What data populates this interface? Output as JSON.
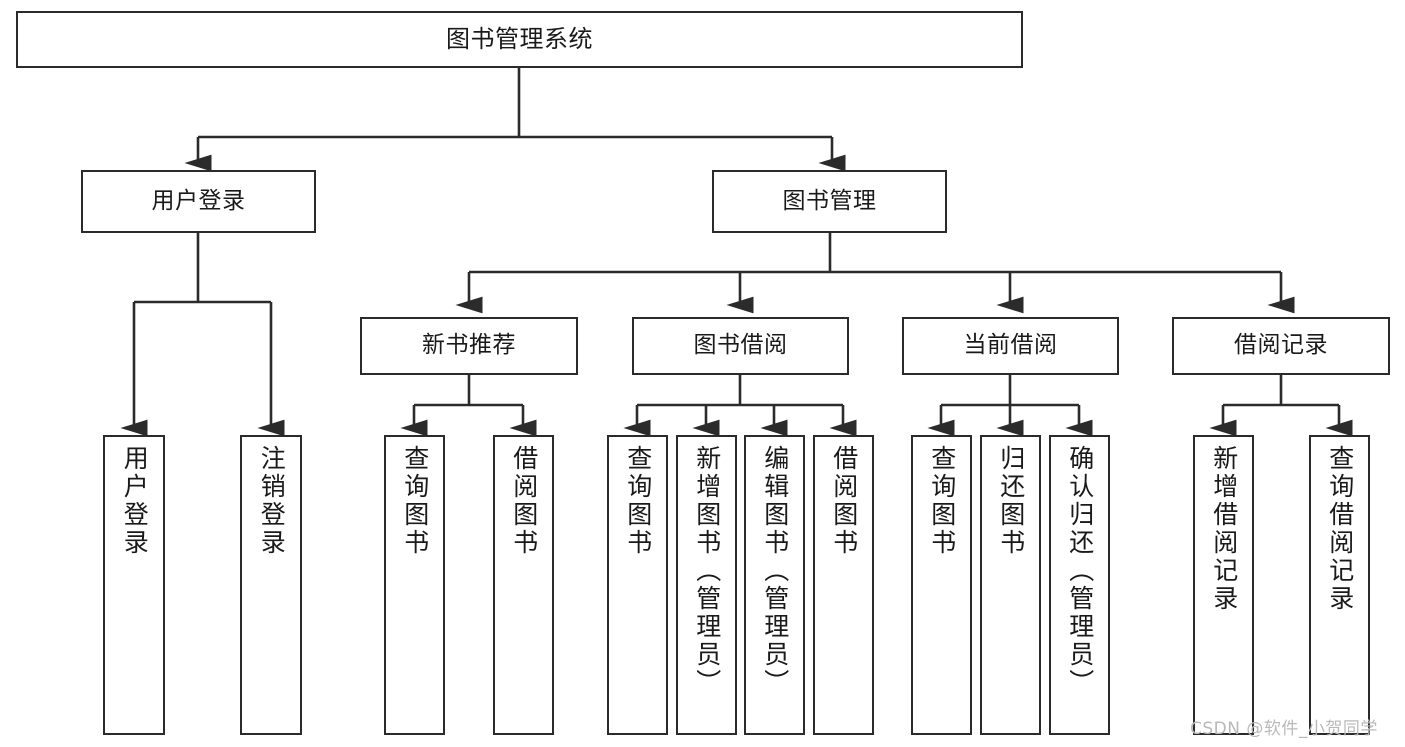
{
  "diagram": {
    "title": "图书管理系统",
    "type": "tree-hierarchy",
    "orientation": "top-down",
    "colors": {
      "stroke": "#2b2b2b",
      "fill": "#ffffff",
      "text": "#1a1a1a",
      "watermark": "#b9b9b9"
    },
    "root": {
      "label": "图书管理系统"
    },
    "level2": [
      {
        "label": "用户登录"
      },
      {
        "label": "图书管理"
      }
    ],
    "level3": [
      {
        "label": "新书推荐"
      },
      {
        "label": "图书借阅"
      },
      {
        "label": "当前借阅"
      },
      {
        "label": "借阅记录"
      }
    ],
    "leaves": [
      {
        "label": "用户登录",
        "parent": "用户登录"
      },
      {
        "label": "注销登录",
        "parent": "用户登录"
      },
      {
        "label": "查询图书",
        "parent": "新书推荐"
      },
      {
        "label": "借阅图书",
        "parent": "新书推荐"
      },
      {
        "label": "查询图书",
        "parent": "图书借阅"
      },
      {
        "label": "新增图书（管理员）",
        "parent": "图书借阅"
      },
      {
        "label": "编辑图书（管理员）",
        "parent": "图书借阅"
      },
      {
        "label": "借阅图书",
        "parent": "图书借阅"
      },
      {
        "label": "查询图书",
        "parent": "当前借阅"
      },
      {
        "label": "归还图书",
        "parent": "当前借阅"
      },
      {
        "label": "确认归还（管理员）",
        "parent": "当前借阅"
      },
      {
        "label": "新增借阅记录",
        "parent": "借阅记录"
      },
      {
        "label": "查询借阅记录",
        "parent": "借阅记录"
      }
    ],
    "watermark": "CSDN @软件_小贺同学"
  }
}
